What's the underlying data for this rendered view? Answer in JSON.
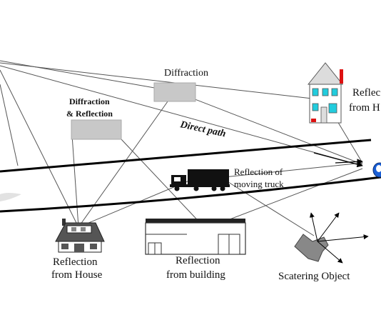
{
  "labels": {
    "diffraction": "Diffraction",
    "diffraction_reflection_line1": "Diffraction",
    "diffraction_reflection_line2": "& Reflection",
    "direct_path": "Direct path",
    "reflection_truck_line1": "Reflection of",
    "reflection_truck_line2": "moving truck",
    "reflection_house_line1": "Reflection",
    "reflection_house_line2": "from House",
    "reflection_building_line1": "Reflection",
    "reflection_building_line2": "from building",
    "scattering_object": "Scatering Object",
    "reflection_right_house_line1": "Reflec",
    "reflection_right_house_line2": "from H"
  },
  "colors": {
    "ray": "#555555",
    "obstacle": "#c8c8c8",
    "accent_red": "#dd1111",
    "window_cyan": "#22ccdd",
    "receiver_blue": "#1a5fd6"
  }
}
